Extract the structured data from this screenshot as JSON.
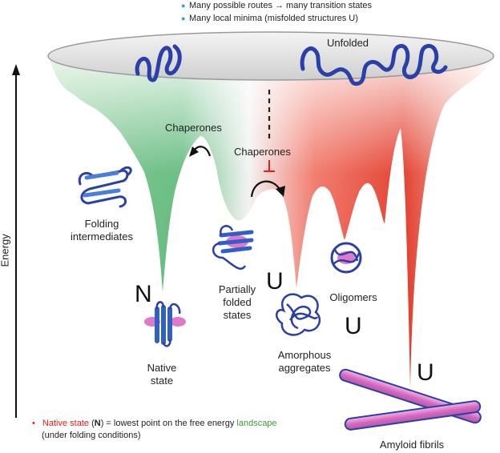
{
  "top_notes": [
    "Many possible routes → many transition states",
    "Many local minima (misfolded structures U)"
  ],
  "labels": {
    "unfolded": "Unfolded",
    "chaperones_left": "Chaperones",
    "chaperones_mid": "Chaperones",
    "folding_intermediates": [
      "Folding",
      "intermediates"
    ],
    "partially_folded": [
      "Partially",
      "folded",
      "states"
    ],
    "oligomers": "Oligomers",
    "amorphous": [
      "Amorphous",
      "aggregates"
    ],
    "native": [
      "Native",
      "state"
    ],
    "amyloid": "Amyloid fibrils",
    "energy": "Energy"
  },
  "state_letters": {
    "n": "N",
    "u1": "U",
    "u2": "U",
    "u3": "U"
  },
  "bottom_note": {
    "bullet": "•",
    "native_state": "Native state",
    "n_paren_open": " (",
    "n_letter": "N",
    "mid": ") = lowest point on the free energy ",
    "landscape": "landscape",
    "line2": "(under folding conditions)"
  },
  "colors": {
    "native_green": "#3aa55a",
    "misfold_red": "#e02a1a",
    "protein_blue": "#2a3fa8",
    "helix_pink": "#e07ac8"
  }
}
